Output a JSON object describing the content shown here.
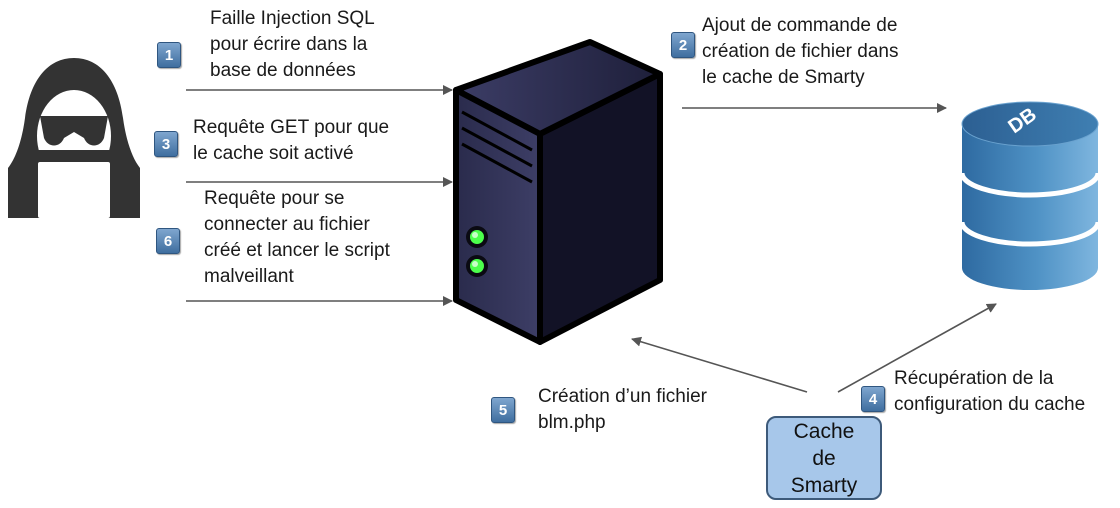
{
  "steps": [
    {
      "number": "1",
      "lines": [
        "Faille Injection SQL",
        "pour écrire dans la",
        "base de données"
      ]
    },
    {
      "number": "2",
      "lines": [
        "Ajout de commande de",
        "création de fichier dans",
        "le cache de Smarty"
      ]
    },
    {
      "number": "3",
      "lines": [
        "Requête GET pour que",
        "le cache soit activé"
      ]
    },
    {
      "number": "4",
      "lines": [
        "Récupération de la",
        "configuration du cache"
      ]
    },
    {
      "number": "5",
      "lines": [
        "Création d’un fichier",
        "blm.php"
      ]
    },
    {
      "number": "6",
      "lines": [
        "Requête pour se",
        "connecter au fichier",
        "créé et lancer le script",
        "malveillant"
      ]
    }
  ],
  "cache_box": {
    "lines": [
      "Cache",
      "de",
      "Smarty"
    ]
  },
  "db_label": "DB",
  "icons": {
    "attacker": "hacker-icon",
    "server": "server-icon",
    "database": "database-icon"
  },
  "colors": {
    "arrow": "#555555",
    "badge": "#5a87b8",
    "cache_box_fill": "#a7c7ea",
    "server_body": "#20203a",
    "server_led": "#4cff4c",
    "db_fill": "#3f7fb2",
    "hacker": "#333333"
  }
}
